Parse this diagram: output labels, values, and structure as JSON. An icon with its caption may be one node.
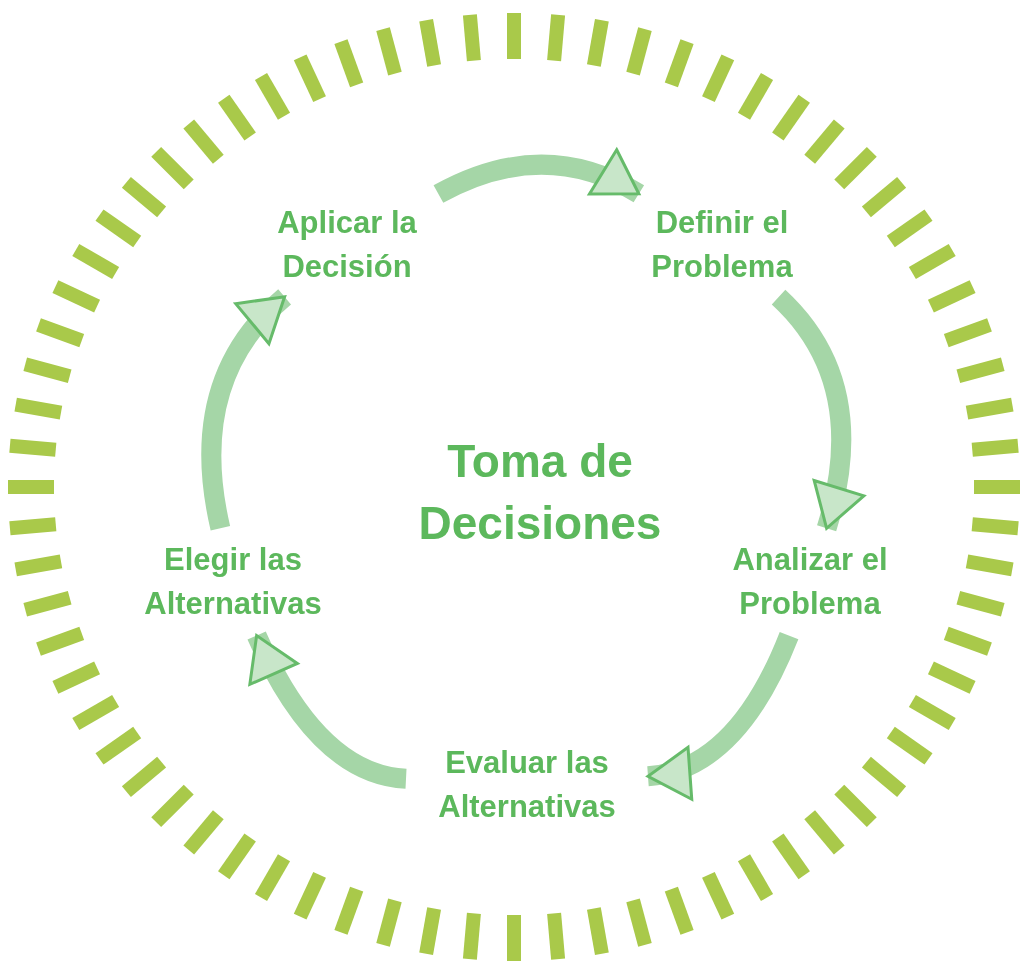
{
  "diagram": {
    "nodes": [
      {
        "text": [
          "Definir el Problema"
        ]
      },
      {
        "text": [
          "Analizar el Problema"
        ]
      },
      {
        "text": [
          "Evaluar las Alternativas"
        ]
      },
      {
        "text": [
          "Elegir las Alternativas"
        ]
      },
      {
        "text": [
          "Aplicar la Decisión"
        ]
      }
    ],
    "edges": [
      {
        "from": 4,
        "to": 0,
        "arrow": "to"
      },
      {
        "from": 0,
        "to": 1,
        "arrow": "to"
      },
      {
        "from": 1,
        "to": 2,
        "arrow": "to"
      },
      {
        "from": 2,
        "to": 3,
        "arrow": "to"
      },
      {
        "from": 3,
        "to": 4,
        "arrow": "to"
      }
    ],
    "labels": [
      "Toma de Decisiones"
    ]
  }
}
